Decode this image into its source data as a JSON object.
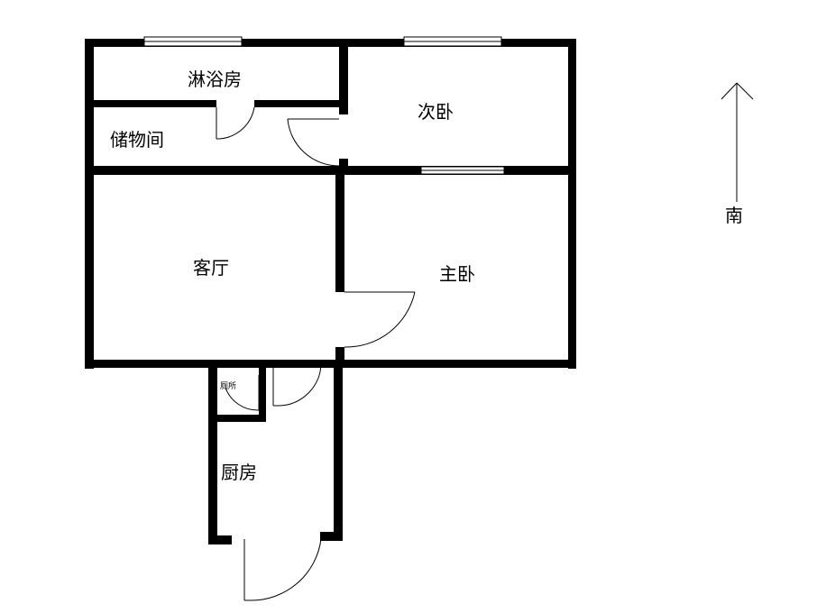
{
  "rooms": {
    "shower": "淋浴房",
    "storage": "储物间",
    "second_bedroom": "次卧",
    "living_room": "客厅",
    "master_bedroom": "主卧",
    "bathroom_small": "厕所",
    "kitchen": "厨房"
  },
  "compass": {
    "label": "南"
  }
}
